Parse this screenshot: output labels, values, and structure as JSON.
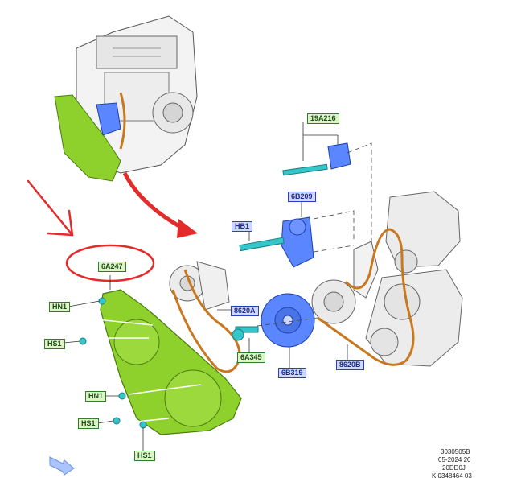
{
  "labels": {
    "cover": "6A247",
    "hn1_top": "HN1",
    "hs1_top": "HS1",
    "hn1_mid": "HN1",
    "hs1_bottom": "HS1",
    "hs1_lowest": "HS1",
    "idler_bolt": "19A216",
    "tensioner": "6B209",
    "tensioner_bolt": "HB1",
    "belt_a": "8620A",
    "damper_bolt": "6A345",
    "damper": "6B319",
    "belt_b": "8620B"
  },
  "footer": {
    "line1": "3030505B",
    "line2": "05-2024 20",
    "line3": "20DD0J",
    "line4": "K 0348464 03"
  },
  "colors": {
    "cover": "#8fd12c",
    "belt": "#c8781e",
    "part_blue": "#5a86ff",
    "annotation_red": "#e32b2b",
    "bolt_cyan": "#35c6c9"
  }
}
